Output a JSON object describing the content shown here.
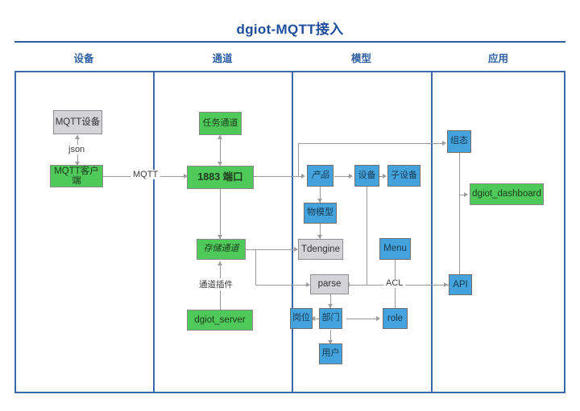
{
  "header": {
    "title": "dgiot-MQTT接入"
  },
  "columns": [
    {
      "label": "设备"
    },
    {
      "label": "通道"
    },
    {
      "label": "模型"
    },
    {
      "label": "应用"
    }
  ],
  "nodes": {
    "mqtt_device": {
      "label": "MQTT设备",
      "color": "#d3d3d8",
      "style": "gray"
    },
    "mqtt_client": {
      "label": "MQTT客户端",
      "color": "#4fc95a",
      "style": "green"
    },
    "task_channel": {
      "label": "任务通道",
      "color": "#4fc95a",
      "style": "green"
    },
    "port_1883": {
      "label": "1883 端口",
      "color": "#4fc95a",
      "style": "green"
    },
    "storage_channel": {
      "label": "存储通道",
      "color": "#4fc95a",
      "style": "green"
    },
    "dgiot_server": {
      "label": "dgiot_server",
      "color": "#4fc95a",
      "style": "green"
    },
    "product": {
      "label": "产品",
      "color": "#44a3dd",
      "style": "blue"
    },
    "device": {
      "label": "设备",
      "color": "#44a3dd",
      "style": "blue"
    },
    "sub_device": {
      "label": "子设备",
      "color": "#44a3dd",
      "style": "blue"
    },
    "thing_model": {
      "label": "物模型",
      "color": "#44a3dd",
      "style": "blue"
    },
    "tdengine": {
      "label": "Tdengine",
      "color": "#d3d3d8",
      "style": "gray"
    },
    "menu": {
      "label": "Menu",
      "color": "#44a3dd",
      "style": "blue"
    },
    "parse": {
      "label": "parse",
      "color": "#d3d3d8",
      "style": "gray"
    },
    "post": {
      "label": "岗位",
      "color": "#44a3dd",
      "style": "blue"
    },
    "department": {
      "label": "部门",
      "color": "#44a3dd",
      "style": "blue"
    },
    "role": {
      "label": "role",
      "color": "#44a3dd",
      "style": "blue"
    },
    "user": {
      "label": "用户",
      "color": "#44a3dd",
      "style": "blue"
    },
    "scada": {
      "label": "组态",
      "color": "#44a3dd",
      "style": "blue"
    },
    "dgiot_dashboard": {
      "label": "dgiot_dashboard",
      "color": "#4fc95a",
      "style": "green"
    },
    "api": {
      "label": "API",
      "color": "#44a3dd",
      "style": "blue"
    }
  },
  "edge_labels": {
    "json": "json",
    "mqtt": "MQTT",
    "channel_plugin": "通道插件",
    "acl": "ACL"
  },
  "theme": {
    "frame_border": "#3c69ae",
    "title_color": "#1f4e9c",
    "connector": "#9b9b9b",
    "green": "#4fc95a",
    "blue": "#44a3dd",
    "gray": "#d3d3d8"
  }
}
